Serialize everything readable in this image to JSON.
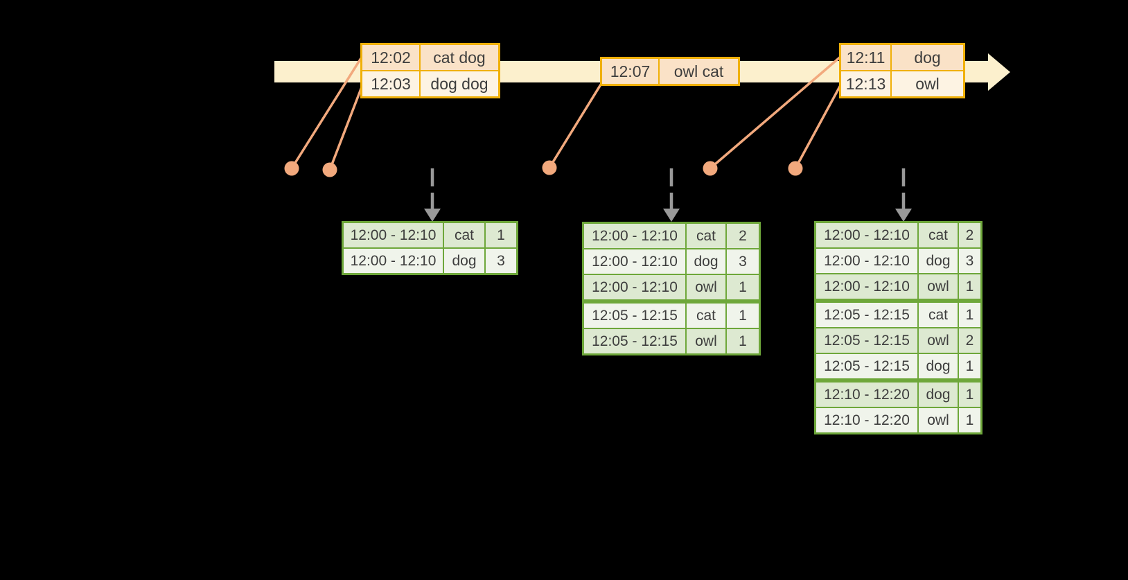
{
  "diagram_title": "event-time windowed counts timeline",
  "colors": {
    "background": "#000000",
    "timeline_bar": "#FCF0CD",
    "event_table_border": "#F0B008",
    "event_row_fill": "#FAE2C7",
    "event_row_alt_fill": "#FDF3E3",
    "event_dot": "#F2A97D",
    "connector_line": "#F2A97D",
    "trigger_arrow": "#999999",
    "result_table_border": "#6EA73A",
    "result_row_fill": "#DDE9D1",
    "result_row_alt_fill": "#F0F4EB",
    "text": "#3d3d3d"
  },
  "icons": {
    "timeline_arrowhead": "right-arrow",
    "event_dot": "filled-circle",
    "trigger_arrow": "dashed-down-arrow"
  },
  "timeline": {
    "event_tables": [
      {
        "rows": [
          [
            "12:02",
            "cat dog"
          ],
          [
            "12:03",
            "dog dog"
          ]
        ]
      },
      {
        "rows": [
          [
            "12:07",
            "owl cat"
          ]
        ]
      },
      {
        "rows": [
          [
            "12:11",
            "dog"
          ],
          [
            "12:13",
            "owl"
          ]
        ]
      }
    ],
    "event_dot_count": 5,
    "trigger_arrow_count": 3
  },
  "result_tables": [
    {
      "rows": [
        [
          "12:00 - 12:10",
          "cat",
          "1"
        ],
        [
          "12:00 - 12:10",
          "dog",
          "3"
        ]
      ],
      "group_breaks": []
    },
    {
      "rows": [
        [
          "12:00 - 12:10",
          "cat",
          "2"
        ],
        [
          "12:00 - 12:10",
          "dog",
          "3"
        ],
        [
          "12:00 - 12:10",
          "owl",
          "1"
        ],
        [
          "12:05 - 12:15",
          "cat",
          "1"
        ],
        [
          "12:05 - 12:15",
          "owl",
          "1"
        ]
      ],
      "group_breaks": [
        3
      ]
    },
    {
      "rows": [
        [
          "12:00 - 12:10",
          "cat",
          "2"
        ],
        [
          "12:00 - 12:10",
          "dog",
          "3"
        ],
        [
          "12:00 - 12:10",
          "owl",
          "1"
        ],
        [
          "12:05 - 12:15",
          "cat",
          "1"
        ],
        [
          "12:05 - 12:15",
          "owl",
          "2"
        ],
        [
          "12:05 - 12:15",
          "dog",
          "1"
        ],
        [
          "12:10 - 12:20",
          "dog",
          "1"
        ],
        [
          "12:10 - 12:20",
          "owl",
          "1"
        ]
      ],
      "group_breaks": [
        3,
        6
      ]
    }
  ]
}
